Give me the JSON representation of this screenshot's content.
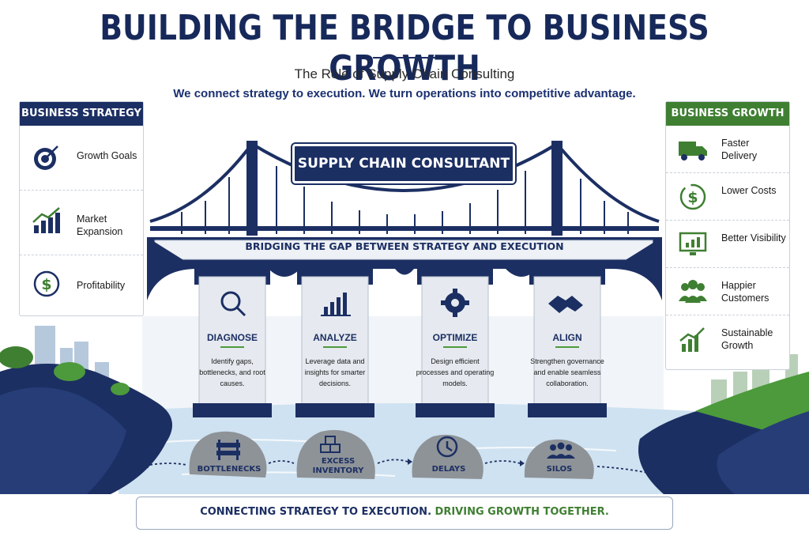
{
  "header": {
    "title": "BUILDING THE BRIDGE TO BUSINESS GROWTH",
    "subtitle": "The Role of Supply Chain Consulting",
    "tagline": "We connect strategy to execution. We turn operations into competitive advantage."
  },
  "left_panel": {
    "heading": "BUSINESS STRATEGY",
    "items": [
      {
        "label": "Growth Goals",
        "icon": "target-icon"
      },
      {
        "label": "Market Expansion",
        "icon": "growth-chart-icon"
      },
      {
        "label": "Profitability",
        "icon": "dollar-icon"
      }
    ]
  },
  "right_panel": {
    "heading": "BUSINESS GROWTH",
    "items": [
      {
        "label": "Faster Delivery",
        "icon": "truck-icon"
      },
      {
        "label": "Lower Costs",
        "icon": "dollar-icon"
      },
      {
        "label": "Better Visibility",
        "icon": "monitor-icon"
      },
      {
        "label": "Happier Customers",
        "icon": "people-icon"
      },
      {
        "label": "Sustainable Growth",
        "icon": "growth-chart-icon"
      }
    ]
  },
  "bridge": {
    "consultant": "SUPPLY CHAIN CONSULTANT",
    "deck": "BRIDGING THE GAP BETWEEN STRATEGY AND EXECUTION"
  },
  "pillars": [
    {
      "title": "DIAGNOSE",
      "text": "Identify gaps, bottlenecks, and root causes.",
      "icon": "magnifier-icon"
    },
    {
      "title": "ANALYZE",
      "text": "Leverage data and insights for smarter decisions.",
      "icon": "bar-chart-icon"
    },
    {
      "title": "OPTIMIZE",
      "text": "Design efficient processes and operating models.",
      "icon": "gear-icon"
    },
    {
      "title": "ALIGN",
      "text": "Strengthen governance and enable seamless collaboration.",
      "icon": "handshake-icon"
    }
  ],
  "rocks": [
    {
      "label": "BOTTLENECKS",
      "icon": "barrier-icon"
    },
    {
      "label": "EXCESS INVENTORY",
      "icon": "boxes-icon"
    },
    {
      "label": "DELAYS",
      "icon": "clock-icon"
    },
    {
      "label": "SILOS",
      "icon": "people-icon"
    }
  ],
  "footer": {
    "part1": "CONNECTING STRATEGY TO EXECUTION.",
    "part2": "DRIVING GROWTH TOGETHER."
  },
  "colors": {
    "navy": "#1c2f63",
    "green": "#3f7f32",
    "water": "#cfe2f1",
    "rock": "#8e9398"
  }
}
